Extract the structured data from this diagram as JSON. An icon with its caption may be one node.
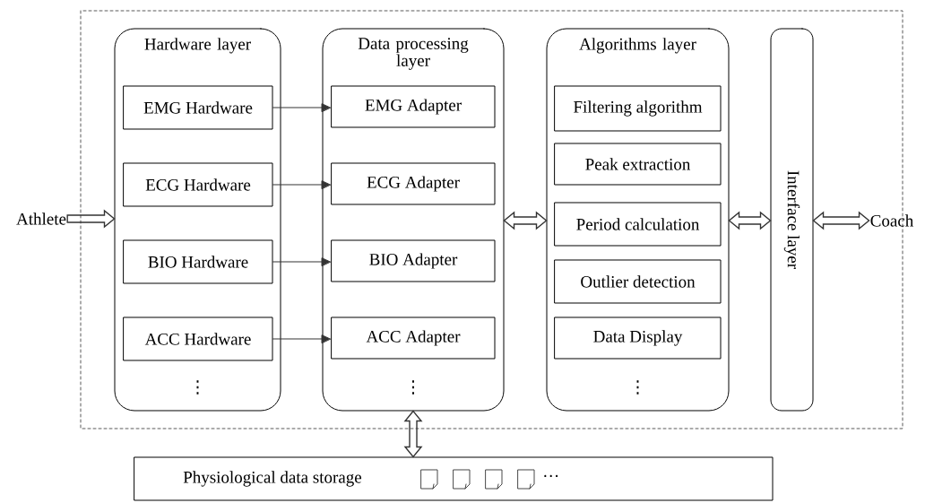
{
  "diagram": {
    "nodes": [
      {
        "text": [
          "Athlete"
        ]
      },
      {
        "text": [
          "Hardware layer",
          "⋮"
        ]
      },
      {
        "text": [
          "EMG Hardware"
        ],
        "in": 1
      },
      {
        "text": [
          "ECG Hardware"
        ],
        "in": 1
      },
      {
        "text": [
          "BIO Hardware"
        ],
        "in": 1
      },
      {
        "text": [
          "ACC Hardware"
        ],
        "in": 1
      },
      {
        "text": [
          "Data processing layer",
          "⋮"
        ]
      },
      {
        "text": [
          "EMG Adapter"
        ],
        "in": 6
      },
      {
        "text": [
          "ECG Adapter"
        ],
        "in": 6
      },
      {
        "text": [
          "BIO Adapter"
        ],
        "in": 6
      },
      {
        "text": [
          "ACC Adapter"
        ],
        "in": 6
      },
      {
        "text": [
          "Algorithms layer",
          "⋮"
        ]
      },
      {
        "text": [
          "Filtering algorithm"
        ],
        "in": 11
      },
      {
        "text": [
          "Peak extraction"
        ],
        "in": 11
      },
      {
        "text": [
          "Period calculation"
        ],
        "in": 11
      },
      {
        "text": [
          "Outlier detection"
        ],
        "in": 11
      },
      {
        "text": [
          "Data Display"
        ],
        "in": 11
      },
      {
        "text": [
          "Interface layer"
        ]
      },
      {
        "text": [
          "Coach"
        ]
      },
      {
        "text": [
          "Physiological data storage",
          "…"
        ]
      }
    ],
    "edges": [
      {
        "from": 0,
        "to": 1,
        "arrow": "to",
        "style": "thick"
      },
      {
        "from": 2,
        "to": 7,
        "arrow": "to"
      },
      {
        "from": 3,
        "to": 8,
        "arrow": "to"
      },
      {
        "from": 4,
        "to": 9,
        "arrow": "to"
      },
      {
        "from": 5,
        "to": 10,
        "arrow": "to"
      },
      {
        "from": 6,
        "to": 11,
        "arrow": "both",
        "style": "thick"
      },
      {
        "from": 11,
        "to": 17,
        "arrow": "both",
        "style": "thick"
      },
      {
        "from": 17,
        "to": 18,
        "arrow": "both",
        "style": "thick"
      },
      {
        "from": 6,
        "to": 19,
        "arrow": "both",
        "style": "thick"
      }
    ]
  }
}
